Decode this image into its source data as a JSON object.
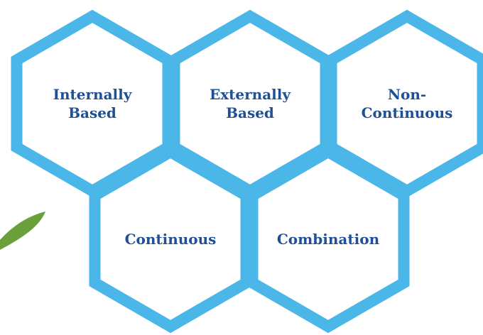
{
  "hexagons": [
    {
      "id": "internally-based",
      "lines": [
        "Internally",
        "Based"
      ]
    },
    {
      "id": "externally-based",
      "lines": [
        "Externally",
        "Based"
      ]
    },
    {
      "id": "non-continuous",
      "lines": [
        "Non-",
        "Continuous"
      ]
    },
    {
      "id": "continuous",
      "lines": [
        "Continuous"
      ]
    },
    {
      "id": "combination",
      "lines": [
        "Combination"
      ]
    }
  ],
  "colors": {
    "hex_stroke": "#4bb6e8",
    "hex_fill": "#ffffff",
    "label_text": "#1f4f95",
    "leaf": "#6aa03a"
  }
}
